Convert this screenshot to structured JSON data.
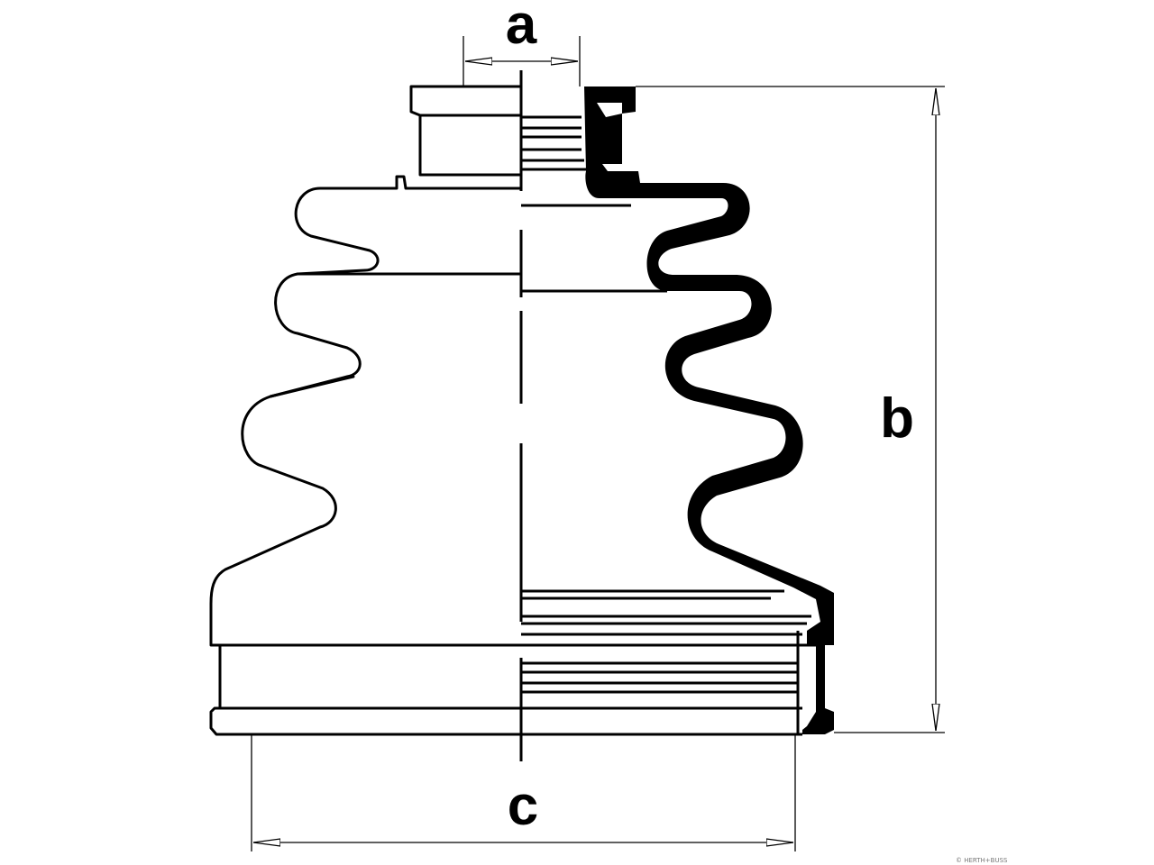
{
  "diagram": {
    "dimensions": {
      "a": "a",
      "b": "b",
      "c": "c"
    },
    "watermark": "© HERTH+BUSS",
    "colors": {
      "stroke": "#000000",
      "background": "#ffffff"
    }
  }
}
